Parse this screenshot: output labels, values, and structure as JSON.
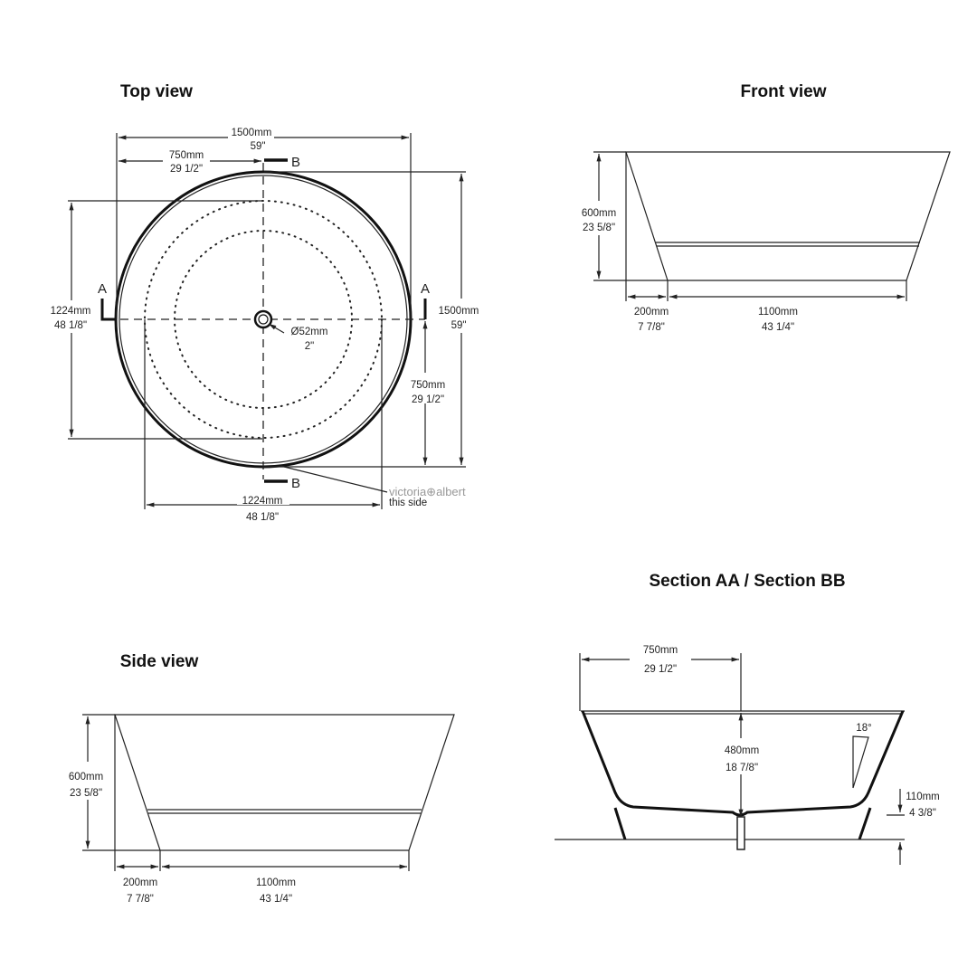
{
  "titles": {
    "top_view": "Top view",
    "front_view": "Front view",
    "side_view": "Side view",
    "section": "Section AA / Section BB"
  },
  "top_view": {
    "width_mm": "1500mm",
    "width_in": "59\"",
    "half_width_mm": "750mm",
    "half_width_in": "29 1/2\"",
    "inner_height_mm": "1224mm",
    "inner_height_in": "48 1/8\"",
    "depth_mm": "1500mm",
    "depth_in": "59\"",
    "half_depth_mm": "750mm",
    "half_depth_in": "29 1/2\"",
    "inner_width_mm": "1224mm",
    "inner_width_in": "48 1/8\"",
    "drain_mm": "Ø52mm",
    "drain_in": "2\"",
    "section_a": "A",
    "section_b": "B",
    "brand": "victoria⊕albert",
    "brand_note": "this side"
  },
  "front_view": {
    "height_mm": "600mm",
    "height_in": "23 5/8\"",
    "offset_mm": "200mm",
    "offset_in": "7 7/8\"",
    "base_mm": "1100mm",
    "base_in": "43 1/4\""
  },
  "side_view": {
    "height_mm": "600mm",
    "height_in": "23 5/8\"",
    "offset_mm": "200mm",
    "offset_in": "7 7/8\"",
    "base_mm": "1100mm",
    "base_in": "43 1/4\""
  },
  "section": {
    "half_width_mm": "750mm",
    "half_width_in": "29 1/2\"",
    "depth_mm": "480mm",
    "depth_in": "18 7/8\"",
    "angle": "18°",
    "floor_mm": "110mm",
    "floor_in": "4 3/8\""
  }
}
